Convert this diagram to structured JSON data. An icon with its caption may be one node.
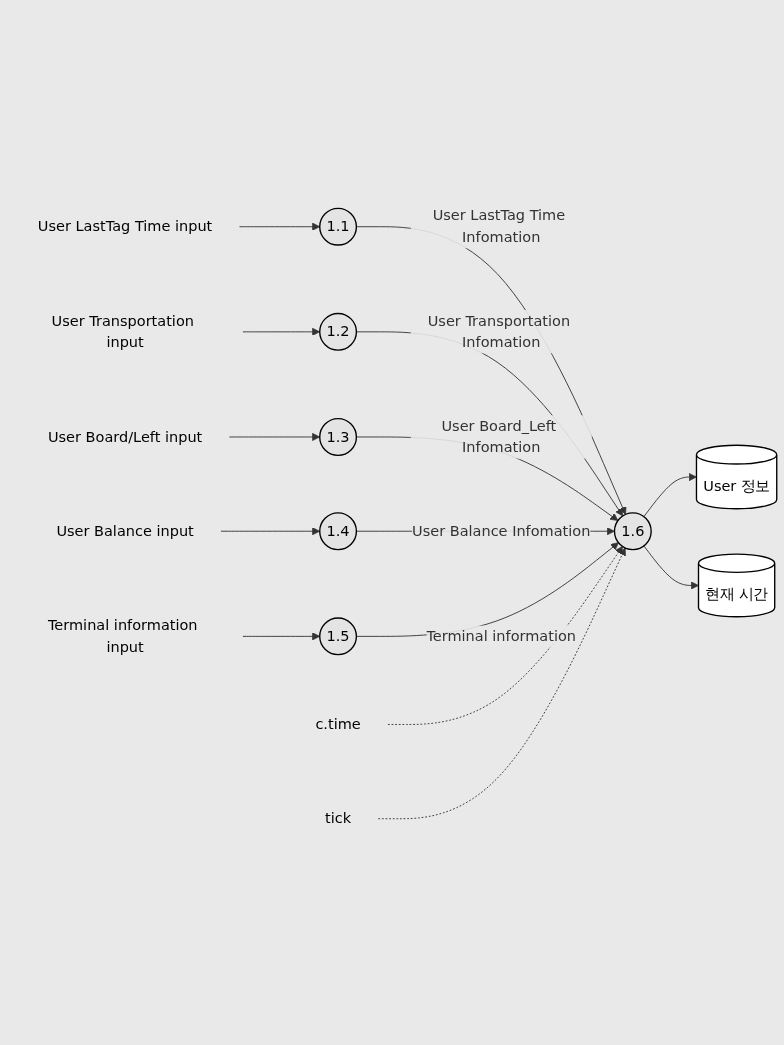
{
  "diagram": {
    "nodes": [
      {
        "text": [
          "User LastTag Time input"
        ]
      },
      {
        "text": [
          "1.1"
        ]
      },
      {
        "text": [
          "User Transportation input"
        ]
      },
      {
        "text": [
          "1.2"
        ]
      },
      {
        "text": [
          "User Board/Left input"
        ]
      },
      {
        "text": [
          "1.3"
        ]
      },
      {
        "text": [
          "User Balance input"
        ]
      },
      {
        "text": [
          "1.4"
        ]
      },
      {
        "text": [
          "Terminal information input"
        ]
      },
      {
        "text": [
          "1.5"
        ]
      },
      {
        "text": [
          "c.time"
        ]
      },
      {
        "text": [
          "1.6"
        ]
      },
      {
        "text": [
          "tick"
        ]
      },
      {
        "text": [
          "User 정보"
        ]
      },
      {
        "text": [
          "현재 시간"
        ]
      }
    ],
    "edges": [
      {
        "from": 0,
        "to": 1,
        "arrow": "to"
      },
      {
        "from": 2,
        "to": 3,
        "arrow": "to"
      },
      {
        "from": 4,
        "to": 5,
        "arrow": "to"
      },
      {
        "from": 6,
        "to": 7,
        "arrow": "to"
      },
      {
        "from": 8,
        "to": 9,
        "arrow": "to"
      },
      {
        "from": 1,
        "to": 11,
        "arrow": "to",
        "label": "User LastTag Time Infomation"
      },
      {
        "from": 3,
        "to": 11,
        "arrow": "to",
        "label": "User Transportation Infomation"
      },
      {
        "from": 5,
        "to": 11,
        "arrow": "to",
        "label": "User Board_Left Infomation"
      },
      {
        "from": 7,
        "to": 11,
        "arrow": "to",
        "label": "User Balance Infomation"
      },
      {
        "from": 9,
        "to": 11,
        "arrow": "to",
        "label": "Terminal information"
      },
      {
        "from": 10,
        "to": 11,
        "arrow": "to",
        "style": "dashed"
      },
      {
        "from": 12,
        "to": 11,
        "arrow": "to",
        "style": "dashed"
      },
      {
        "from": 11,
        "to": 13,
        "arrow": "to"
      },
      {
        "from": 11,
        "to": 14,
        "arrow": "to"
      }
    ]
  }
}
